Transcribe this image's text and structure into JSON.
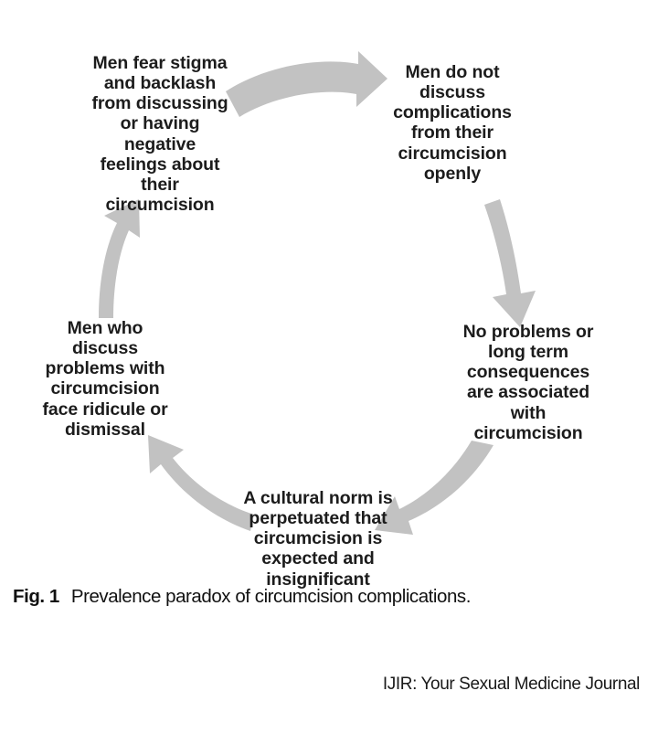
{
  "figure": {
    "title": "Prevalence paradox of circumcision complications",
    "caption_label": "Fig. 1",
    "caption_text": "Prevalence paradox of circumcision complications.",
    "footer": "IJIR: Your Sexual Medicine Journal",
    "background_color": "#ffffff",
    "arrow_color": "#c2c2c2",
    "text_color": "#1c1c1c"
  },
  "chart_data": {
    "type": "diagram",
    "diagram_kind": "cycle",
    "title": "Prevalence paradox of circumcision complications",
    "direction": "clockwise",
    "node_count": 5,
    "nodes": [
      {
        "id": "men-fear-stigma",
        "position": "top-left",
        "text": "Men fear stigma\nand backlash\nfrom discussing\nor having\nnegative\nfeelings about\ntheir\ncircumcision"
      },
      {
        "id": "men-do-not-discuss",
        "position": "top-right",
        "text": "Men do not\ndiscuss\ncomplications\nfrom their\ncircumcision\nopenly"
      },
      {
        "id": "no-problems-associated",
        "position": "right",
        "text": "No problems or\nlong term\nconsequences\nare associated\nwith\ncircumcision"
      },
      {
        "id": "cultural-norm-perpetuated",
        "position": "bottom",
        "text": "A cultural norm is\nperpetuated that\ncircumcision is\nexpected and\ninsignificant"
      },
      {
        "id": "men-face-ridicule",
        "position": "left",
        "text": "Men who\ndiscuss\nproblems with\ncircumcision\nface ridicule or\ndismissal"
      }
    ],
    "edges": [
      {
        "id": "arrow-top",
        "from": "men-fear-stigma",
        "to": "men-do-not-discuss",
        "shape": "curved-block-arrow",
        "points": "right"
      },
      {
        "id": "arrow-right",
        "from": "men-do-not-discuss",
        "to": "no-problems-associated",
        "shape": "curved-block-arrow",
        "points": "down"
      },
      {
        "id": "arrow-bottom-right",
        "from": "no-problems-associated",
        "to": "cultural-norm-perpetuated",
        "shape": "curved-block-arrow",
        "points": "down-left"
      },
      {
        "id": "arrow-bottom-left",
        "from": "cultural-norm-perpetuated",
        "to": "men-face-ridicule",
        "shape": "curved-block-arrow",
        "points": "up-left"
      },
      {
        "id": "arrow-left",
        "from": "men-face-ridicule",
        "to": "men-fear-stigma",
        "shape": "curved-block-arrow",
        "points": "up"
      }
    ]
  }
}
